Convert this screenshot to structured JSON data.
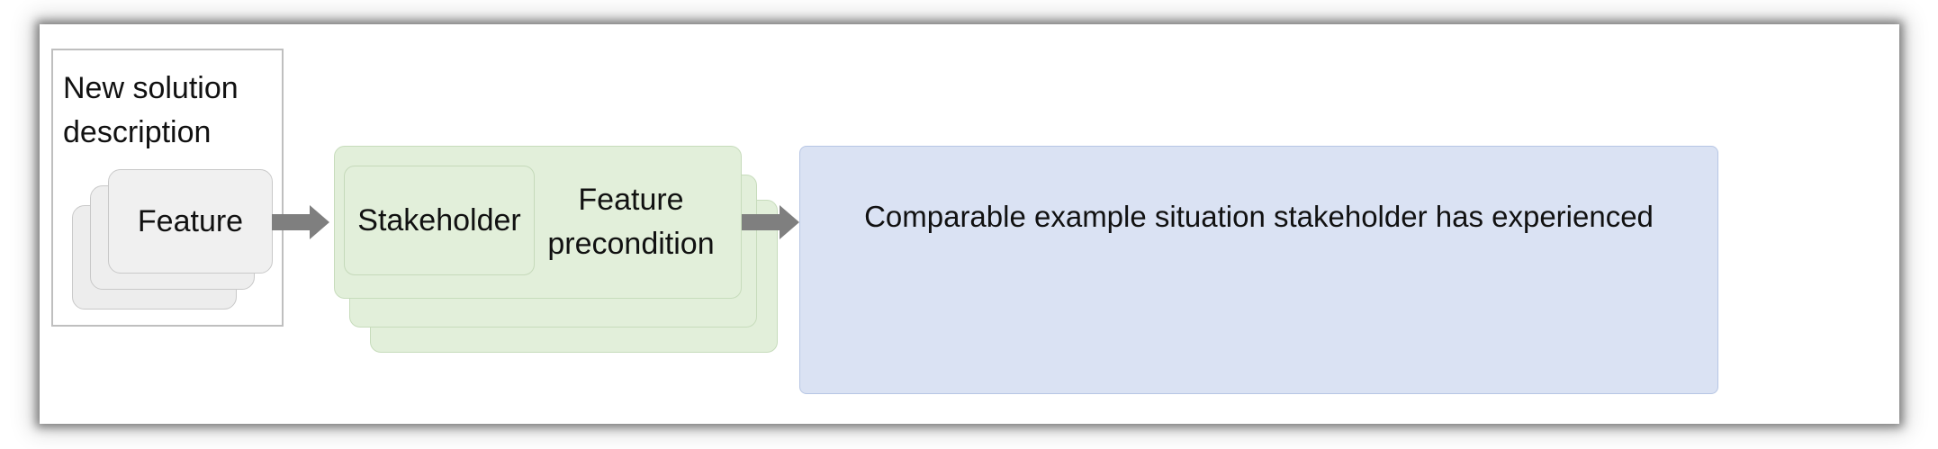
{
  "diagram": {
    "solution_box": {
      "title": "New solution description",
      "feature_label": "Feature"
    },
    "context_box": {
      "stakeholder_label": "Stakeholder",
      "precondition_label": "Feature precondition"
    },
    "example_box": {
      "text": "Comparable example situation stakeholder has experienced"
    },
    "colors": {
      "feature_fill": "#efefef",
      "context_fill": "#e2efda",
      "example_fill": "#dae2f3",
      "arrow": "#7f7f7f"
    }
  }
}
